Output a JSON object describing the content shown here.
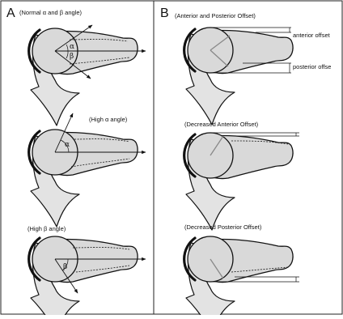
{
  "figure": {
    "panel_a": {
      "letter": "A",
      "rows": [
        {
          "caption": "(Normal α and β angle)",
          "labels": [
            "α",
            "β"
          ]
        },
        {
          "caption": "(High α angle)",
          "labels": [
            "α"
          ]
        },
        {
          "caption": "(High β angle)",
          "labels": [
            "β"
          ]
        }
      ]
    },
    "panel_b": {
      "letter": "B",
      "rows": [
        {
          "caption": "(Anterior and Posterior Offset)",
          "notes": [
            "anterior offset",
            "posterior offse"
          ]
        },
        {
          "caption": "(Decreased Anterior Offset)"
        },
        {
          "caption": "(Decreased Posterior Offset)"
        }
      ]
    }
  }
}
